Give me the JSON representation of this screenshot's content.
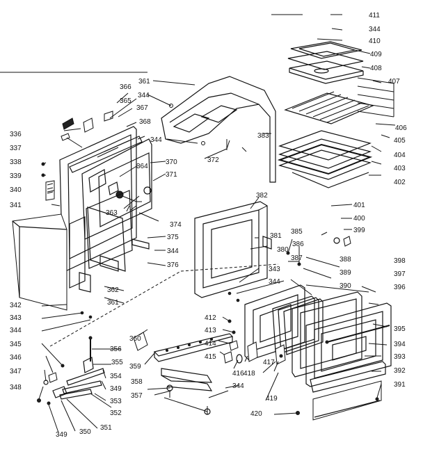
{
  "diagram": {
    "labels": {
      "l411": "411",
      "l344a": "344",
      "l410": "410",
      "l409": "409",
      "l408": "408",
      "l407": "407",
      "l406": "406",
      "l405": "405",
      "l404": "404",
      "l403": "403",
      "l402": "402",
      "l366": "366",
      "l361a": "361",
      "l344b": "344",
      "l365": "365",
      "l367": "367",
      "l336": "336",
      "l337": "337",
      "l368": "368",
      "l344c": "344",
      "l383": "383",
      "l372": "372",
      "l338": "338",
      "l364": "364",
      "l370": "370",
      "l339": "339",
      "l371": "371",
      "l340": "340",
      "l341": "341",
      "l363": "363",
      "l374": "374",
      "l382": "382",
      "l401": "401",
      "l400": "400",
      "l399": "399",
      "l381": "381",
      "l385": "385",
      "l380": "380",
      "l386": "386",
      "l375": "375",
      "l344d": "344",
      "l376": "376",
      "l387": "387",
      "l343a": "343",
      "l388": "388",
      "l398": "398",
      "l389": "389",
      "l397": "397",
      "l344e": "344",
      "l390": "390",
      "l396": "396",
      "l362": "362",
      "l342": "342",
      "l361b": "361",
      "l343b": "343",
      "l344f": "344",
      "l412": "412",
      "l413": "413",
      "l395": "395",
      "l360": "360",
      "l394": "394",
      "l345": "345",
      "l356": "356",
      "l414": "414",
      "l359": "359",
      "l346": "346",
      "l355": "355",
      "l415": "415",
      "l417": "417",
      "l393": "393",
      "l347": "347",
      "l354": "354",
      "l416": "416",
      "l418": "418",
      "l392": "392",
      "l358": "358",
      "l349a": "349",
      "l344g": "344",
      "l391": "391",
      "l348": "348",
      "l353": "353",
      "l357": "357",
      "l419": "419",
      "l352": "352",
      "l420": "420",
      "l351": "351",
      "l349b": "349",
      "l350": "350"
    }
  }
}
